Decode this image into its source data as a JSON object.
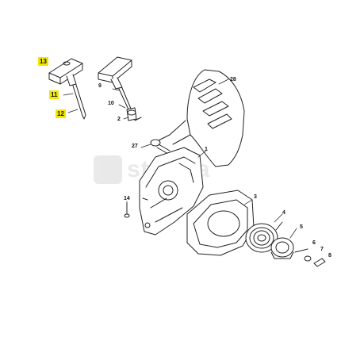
{
  "callouts": {
    "c1": "1",
    "c2": "2",
    "c3": "3",
    "c4": "4",
    "c5": "5",
    "c6": "6",
    "c7": "7",
    "c8": "8",
    "c9": "9",
    "c10": "10",
    "c11": "11",
    "c12": "12",
    "c13": "13",
    "c14": "14",
    "c27": "27",
    "c28": "28"
  },
  "highlight_color": "#f3e600",
  "watermark": {
    "text": "strefka"
  }
}
